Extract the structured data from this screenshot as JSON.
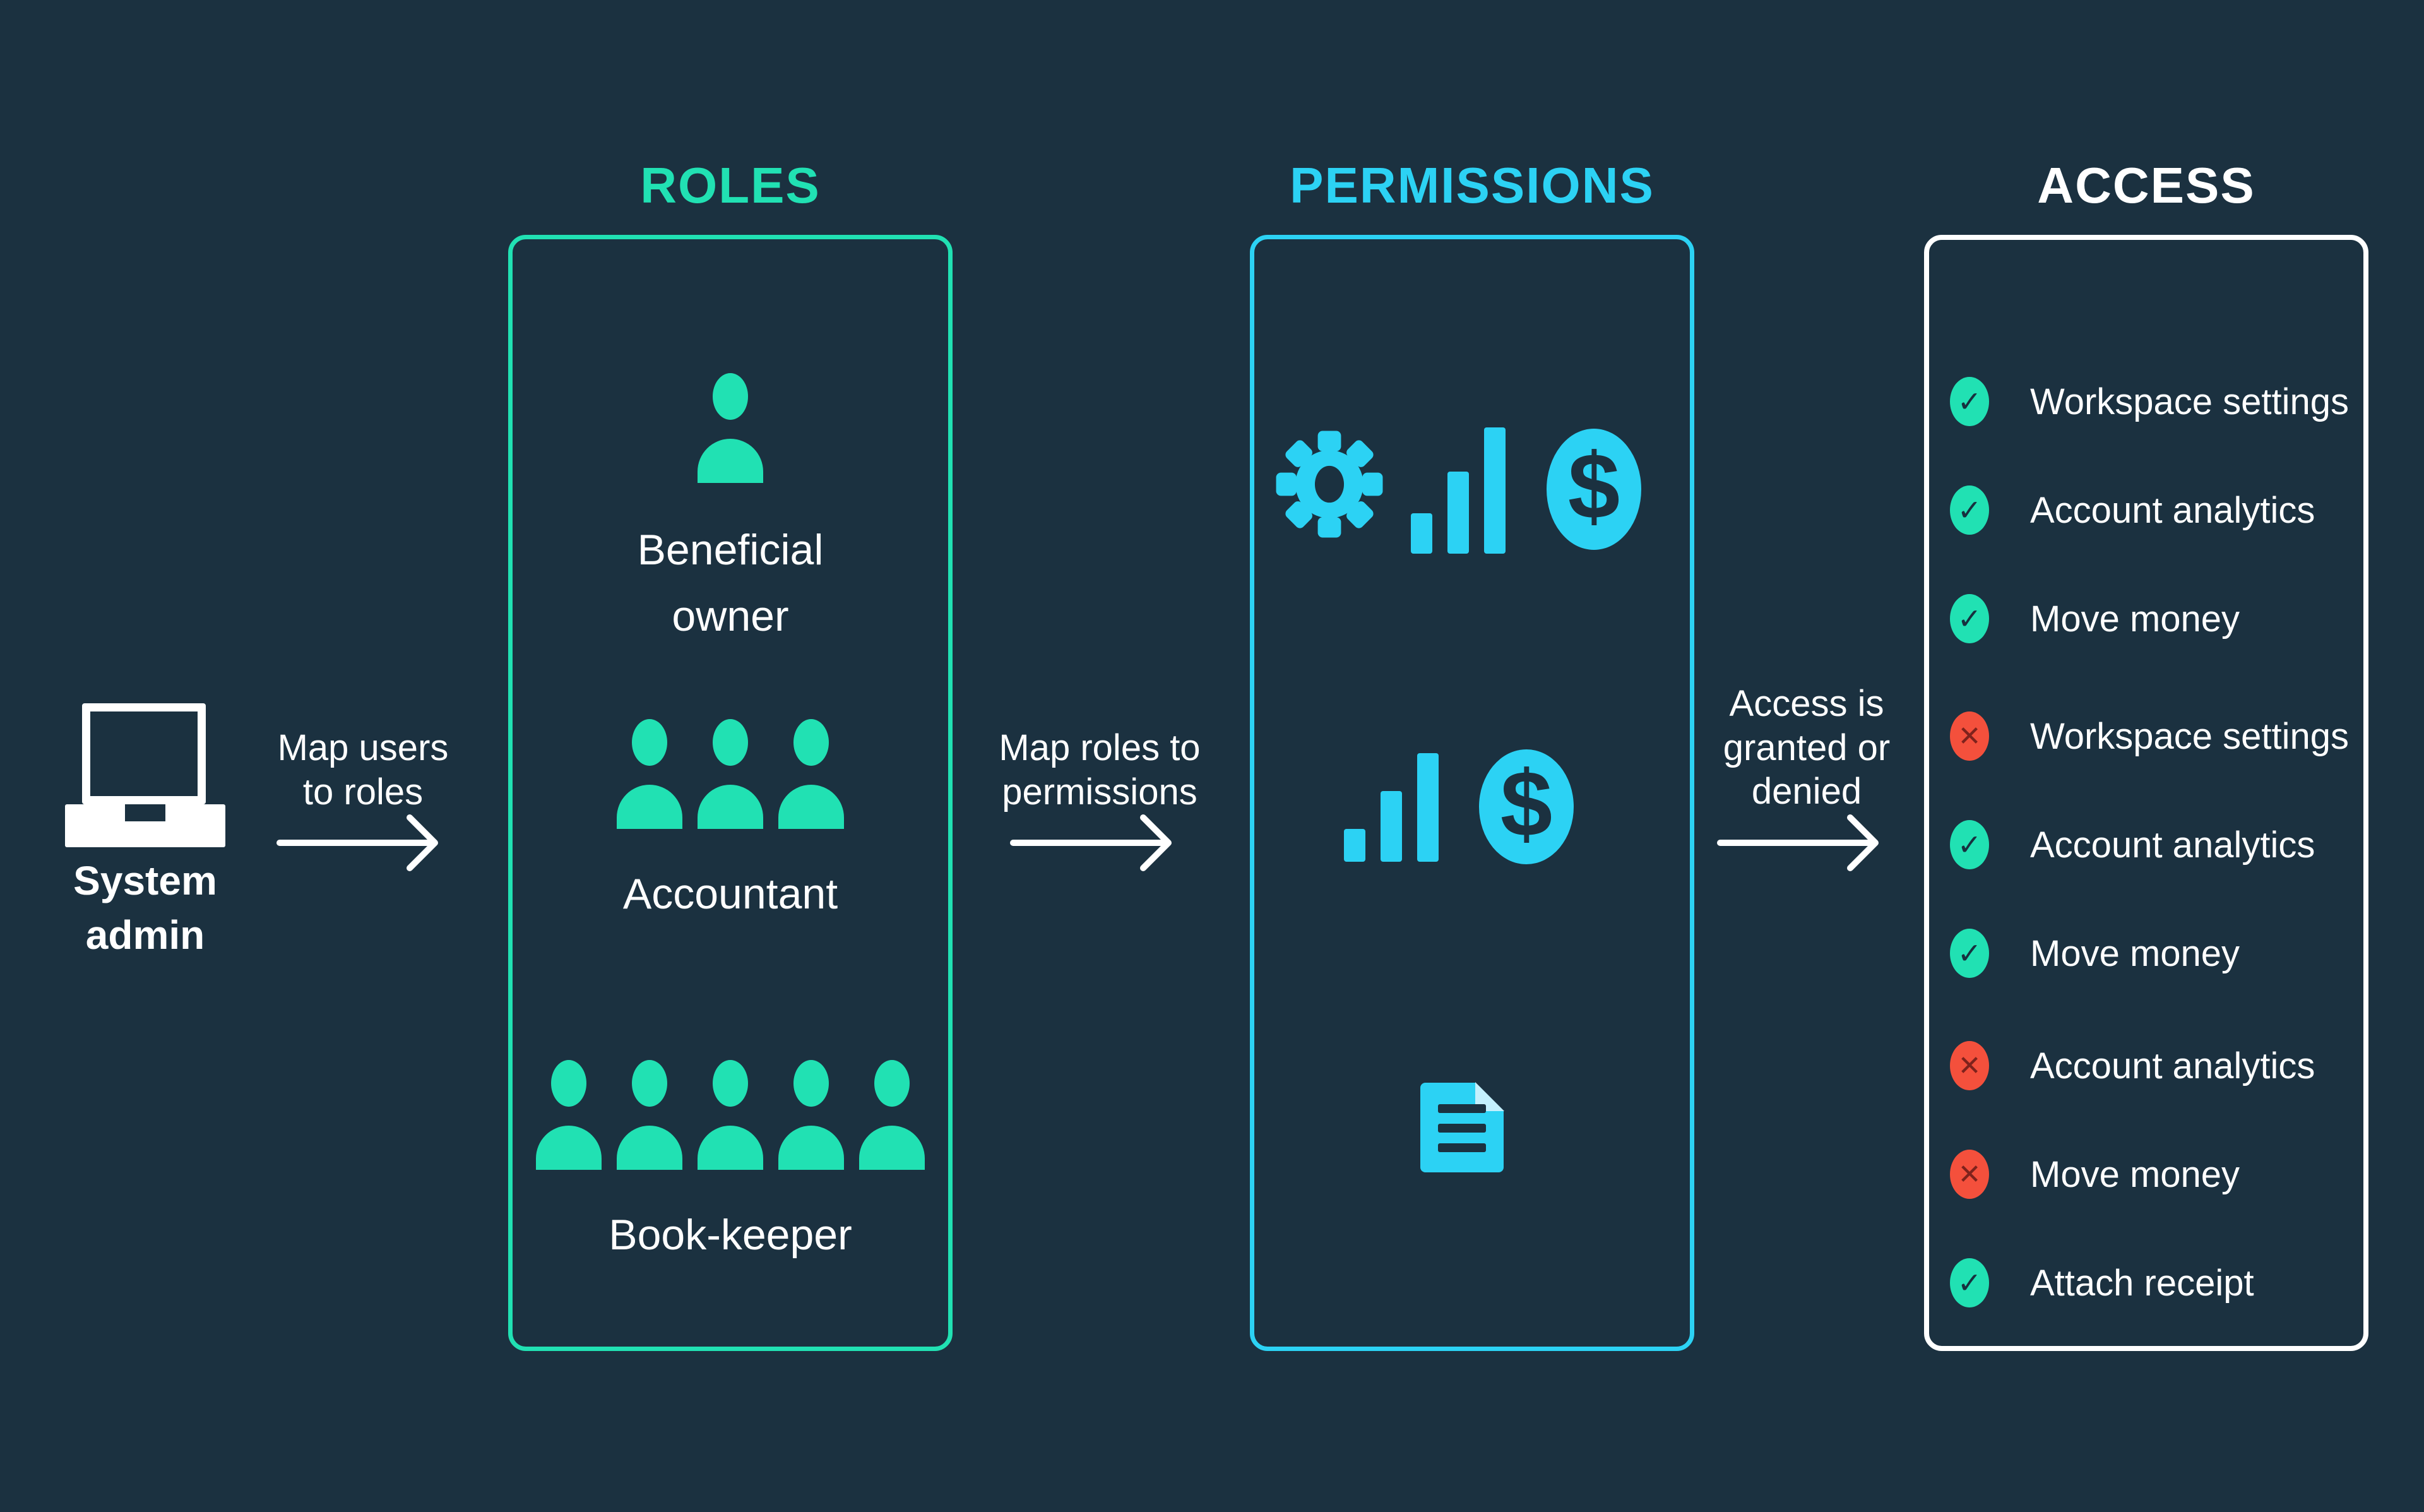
{
  "diagram": {
    "background_color": "#1B3140",
    "admin": {
      "label": "System\nadmin",
      "icon": "laptop-icon"
    },
    "flows": [
      {
        "label_lines": [
          "Map users",
          "to roles"
        ]
      },
      {
        "label_lines": [
          "Map roles to",
          "permissions"
        ]
      },
      {
        "label_lines": [
          "Access is",
          "granted or",
          "denied"
        ]
      }
    ],
    "roles": {
      "header": "ROLES",
      "accent_color": "#21E1B3",
      "rows": [
        {
          "label": "Beneficial\nowner",
          "people_count": 1,
          "icon": "person-icon"
        },
        {
          "label": "Accountant",
          "people_count": 3,
          "icon": "person-icon"
        },
        {
          "label": "Book-keeper",
          "people_count": 5,
          "icon": "person-icon"
        }
      ]
    },
    "permissions": {
      "header": "PERMISSIONS",
      "accent_color": "#2CD2F4",
      "groups": [
        {
          "icons": [
            "gear-icon",
            "bar-chart-icon",
            "dollar-icon"
          ]
        },
        {
          "icons": [
            "bar-chart-icon",
            "dollar-icon"
          ]
        },
        {
          "icons": [
            "document-icon"
          ]
        }
      ]
    },
    "access": {
      "header": "ACCESS",
      "accent_color": "#FFFFFF",
      "status_colors": {
        "granted": "#21E1B3",
        "denied": "#F4503C"
      },
      "groups": [
        {
          "items": [
            {
              "status": "granted",
              "label": "Workspace settings"
            },
            {
              "status": "granted",
              "label": "Account analytics"
            },
            {
              "status": "granted",
              "label": "Move money"
            }
          ]
        },
        {
          "items": [
            {
              "status": "denied",
              "label": "Workspace settings"
            },
            {
              "status": "granted",
              "label": "Account analytics"
            },
            {
              "status": "granted",
              "label": "Move money"
            }
          ]
        },
        {
          "items": [
            {
              "status": "denied",
              "label": "Account analytics"
            },
            {
              "status": "denied",
              "label": "Move money"
            },
            {
              "status": "granted",
              "label": "Attach receipt"
            }
          ]
        }
      ]
    }
  }
}
